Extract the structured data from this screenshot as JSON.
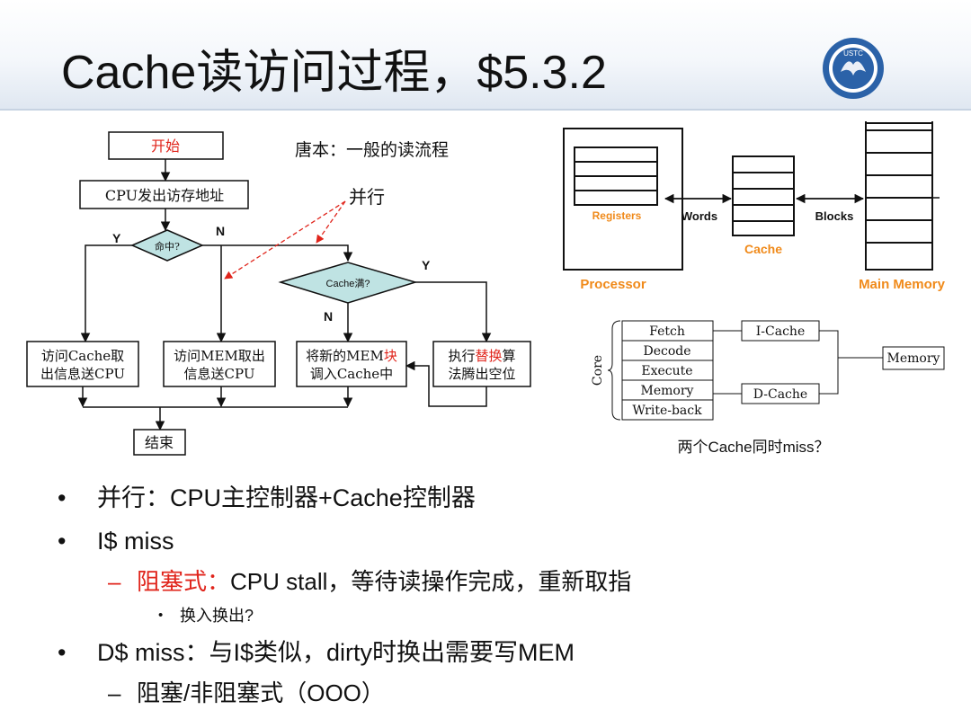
{
  "slide": {
    "title": "Cache读访问过程，$5.3.2"
  },
  "logo": {
    "text": "USTC"
  },
  "flowchart": {
    "note": "唐本：一般的读流程",
    "parallel_label": "并行",
    "start": "开始",
    "cpu_addr": "CPU发出访存地址",
    "hit": "命中?",
    "cache_full": "Cache满?",
    "yes": "Y",
    "no": "N",
    "access_cache_l1": "访问Cache取",
    "access_cache_l2": "出信息送CPU",
    "access_mem_l1": "访问MEM取出",
    "access_mem_l2": "信息送CPU",
    "load_block_l1a": "将新的MEM",
    "load_block_l1b": "块",
    "load_block_l2": "调入Cache中",
    "replace_l1a": "执行",
    "replace_l1b": "替换",
    "replace_l1c": "算",
    "replace_l2": "法腾出空位",
    "end": "结束"
  },
  "hierarchy": {
    "registers": "Registers",
    "words": "Words",
    "cache": "Cache",
    "blocks": "Blocks",
    "processor": "Processor",
    "main_memory": "Main Memory",
    "accent_color": "#f08a1a"
  },
  "pipeline": {
    "core_label": "Core",
    "stages": [
      "Fetch",
      "Decode",
      "Execute",
      "Memory",
      "Write-back"
    ],
    "icache": "I-Cache",
    "dcache": "D-Cache",
    "memory": "Memory",
    "caption": "两个Cache同时miss？"
  },
  "bullets": {
    "b1": "并行：CPU主控制器+Cache控制器",
    "b2": "I$ miss",
    "b2_sub_dash": "–",
    "b2_sub_red": "阻塞式：",
    "b2_sub_rest": "CPU stall，等待读操作完成，重新取指",
    "b2_subsub": "换入换出?",
    "b3": "D$ miss：与I$类似，dirty时换出需要写MEM",
    "b3_sub_dash": "–",
    "b3_sub": "阻塞/非阻塞式（OOO）"
  }
}
